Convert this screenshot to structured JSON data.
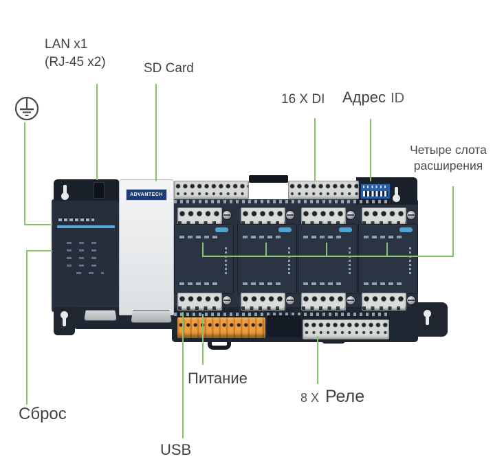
{
  "colors": {
    "callout_line": "#85c56a",
    "label_text": "#414141",
    "device_body": "#2a3240",
    "device_dark": "#1b212b",
    "accent_stripe_blue": "#57a9dc",
    "module_badge_blue": "#4aa6d4",
    "advantech_badge_navy": "#1d3e74",
    "dip_switch_blue": "#2a5ea6",
    "power_terminal_orange": "#e0913a",
    "terminal_white": "#d6d8d5"
  },
  "callouts": {
    "lan": {
      "line1": "LAN x1",
      "line2": "(RJ-45 x2)"
    },
    "sd_card": {
      "label": "SD Card"
    },
    "di": {
      "label": "16 X DI"
    },
    "address_id": {
      "word": "Адрес",
      "suffix": "ID"
    },
    "expansion_slots": {
      "line1": "Четыре слота",
      "line2": "расширения"
    },
    "power": {
      "label": "Питание"
    },
    "reset": {
      "label": "Сброс"
    },
    "usb": {
      "label": "USB"
    },
    "relay": {
      "prefix": "8 X",
      "word": "Реле"
    }
  },
  "device": {
    "brand_badge": "ADVANTECH"
  },
  "icons": {
    "ground": "protective-earth-ground-icon"
  }
}
